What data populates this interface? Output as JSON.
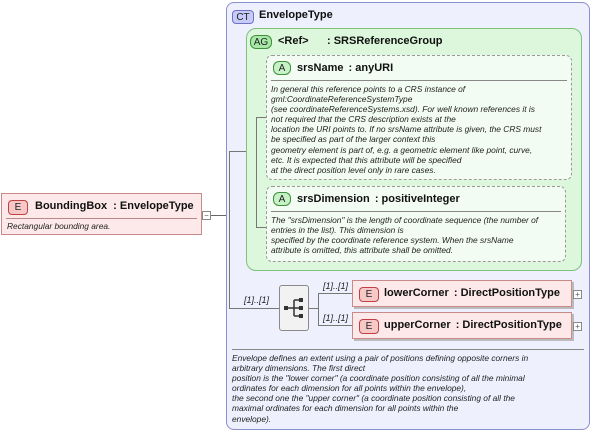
{
  "complex_type": {
    "badge": "CT",
    "name": "EnvelopeType",
    "documentation": [
      "Envelope defines an extent using a pair of positions defining opposite corners in",
      "arbitrary dimensions. The first direct",
      "position is the \"lower corner\" (a coordinate position consisting of all the minimal",
      "ordinates for each dimension for all points within the envelope),",
      "the second one the \"upper corner\" (a coordinate position consisting of all the",
      "maximal ordinates for each dimension for all points within the",
      "envelope)."
    ]
  },
  "attribute_group": {
    "badge": "AG",
    "ref_label": "<Ref>",
    "name": ": SRSReferenceGroup",
    "attributes": [
      {
        "badge": "A",
        "name": "srsName",
        "type": ": anyURI",
        "documentation": [
          "In general this reference points to a CRS instance of",
          "gml:CoordinateReferenceSystemType",
          "(see coordinateReferenceSystems.xsd). For well known references it is",
          "not required that the CRS description exists at the",
          "location the URI points to. If no srsName attribute is given, the CRS must",
          "be specified as part of the larger context this",
          "geometry element is part of, e.g. a geometric element like point, curve,",
          "etc. It is expected that this attribute will be specified",
          "at the direct position level only in rare cases."
        ]
      },
      {
        "badge": "A",
        "name": "srsDimension",
        "type": ": positiveInteger",
        "documentation": [
          "The \"srsDimension\" is the length of coordinate sequence (the number of",
          "entries in the list). This dimension is",
          "specified by the coordinate reference system. When the srsName",
          "attribute is omitted, this attribute shall be omitted."
        ]
      }
    ]
  },
  "root_element": {
    "badge": "E",
    "name": "BoundingBox",
    "type": ": EnvelopeType",
    "documentation": "Rectangular bounding area."
  },
  "sequence": {
    "cardinality": "[1]..[1]",
    "children": [
      {
        "badge": "E",
        "cardinality": "[1]..[1]",
        "name": "lowerCorner",
        "type": ": DirectPositionType"
      },
      {
        "badge": "E",
        "cardinality": "[1]..[1]",
        "name": "upperCorner",
        "type": ": DirectPositionType"
      }
    ]
  },
  "colors": {
    "complex_type_bg": "#eef0fd",
    "attribute_group_bg": "#dcf7dc",
    "attribute_bg": "#f2fcf2",
    "element_bg": "#fde9e9",
    "element_border": "#c06060"
  }
}
